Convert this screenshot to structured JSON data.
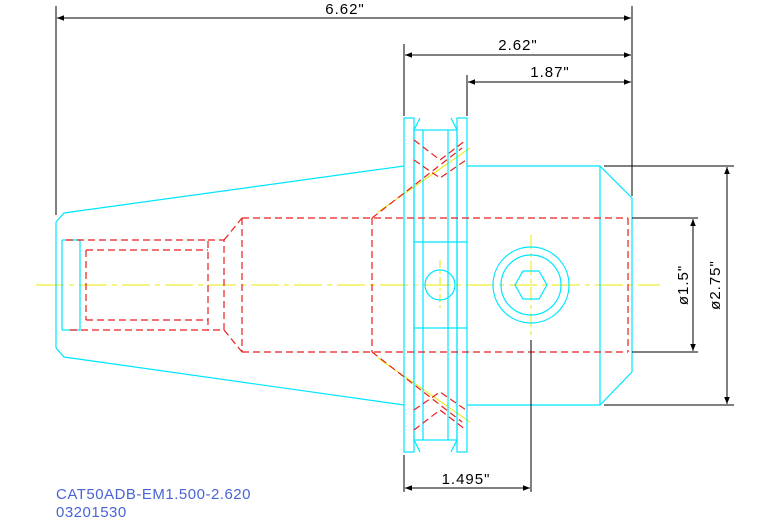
{
  "dimensions": {
    "overall_length": "6.62\"",
    "flange_to_end": "2.62\"",
    "body_length": "1.87\"",
    "flange_to_screw": "1.495\"",
    "bore_diameter": "ø1.5\"",
    "body_diameter": "ø2.75\""
  },
  "caption": {
    "part_number": "CAT50ADB-EM1.500-2.620",
    "item_code": "03201530"
  },
  "colors": {
    "outline": "#00e5ff",
    "hidden": "#e81f1f",
    "centerline": "#e8e800",
    "dimension": "#000000",
    "caption": "#4a64d8"
  }
}
